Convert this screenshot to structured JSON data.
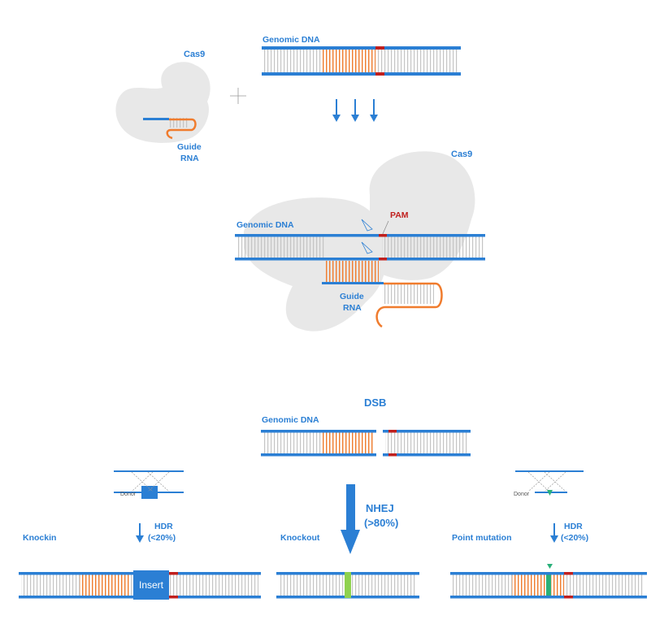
{
  "colors": {
    "strand": "#2b7fd4",
    "cut_site": "#c0201e",
    "guide": "#f07c2e",
    "rung": "#c8c8c8",
    "protein": "#e8e8e8",
    "indel": "#8fd14f",
    "mutation": "#2ab07a"
  },
  "top": {
    "cas9_label": "Cas9",
    "guide_label_line1": "Guide",
    "guide_label_line2": "RNA",
    "genomic_label": "Genomic DNA"
  },
  "complex": {
    "cas9_label": "Cas9",
    "genomic_label": "Genomic DNA",
    "pam_label": "PAM",
    "guide_label_line1": "Guide",
    "guide_label_line2": "RNA"
  },
  "dsb": {
    "title": "DSB",
    "genomic_label": "Genomic DNA"
  },
  "repair": {
    "nhej_line1": "NHEJ",
    "nhej_line2": "(>80%)",
    "knockout_label": "Knockout",
    "knockin_label": "Knockin",
    "hdr_left_line1": "HDR",
    "hdr_left_line2": "(<20%)",
    "donor_left": "Donor",
    "insert_label": "Insert",
    "point_label": "Point mutation",
    "hdr_right_line1": "HDR",
    "hdr_right_line2": "(<20%)",
    "donor_right": "Donor"
  }
}
